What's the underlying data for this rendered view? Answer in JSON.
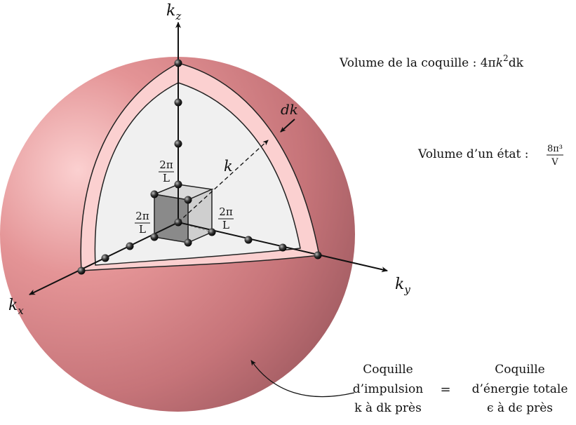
{
  "axes": {
    "kx": {
      "main": "k",
      "sub": "x"
    },
    "ky": {
      "main": "k",
      "sub": "y"
    },
    "kz": {
      "main": "k",
      "sub": "z"
    }
  },
  "labels": {
    "k": "k",
    "dk": "dk",
    "two_pi": "2π",
    "L": "L"
  },
  "shell_volume": {
    "prefix": "Volume de la coquille : 4π",
    "k": "k",
    "exp": "2",
    "dk": "dk"
  },
  "state_volume": {
    "prefix": "Volume d’un état :",
    "numerator": "8π³",
    "denominator": "V"
  },
  "shell_momentum": {
    "line1": "Coquille",
    "line2": "d’impulsion",
    "line3": "k à dk près"
  },
  "equals": "=",
  "shell_energy": {
    "line1": "Coquille",
    "line2": "d’énergie totale",
    "line3": "ϵ à dϵ près"
  },
  "colors": {
    "sphere_light": "#f4b3b3",
    "sphere_mid": "#d27b7f",
    "sphere_dark": "#a85d63",
    "shell_band": "#fbd0d0",
    "inner_surface": "#f0f0f0",
    "cube": "#8a8a8a",
    "dot": "#111111"
  }
}
